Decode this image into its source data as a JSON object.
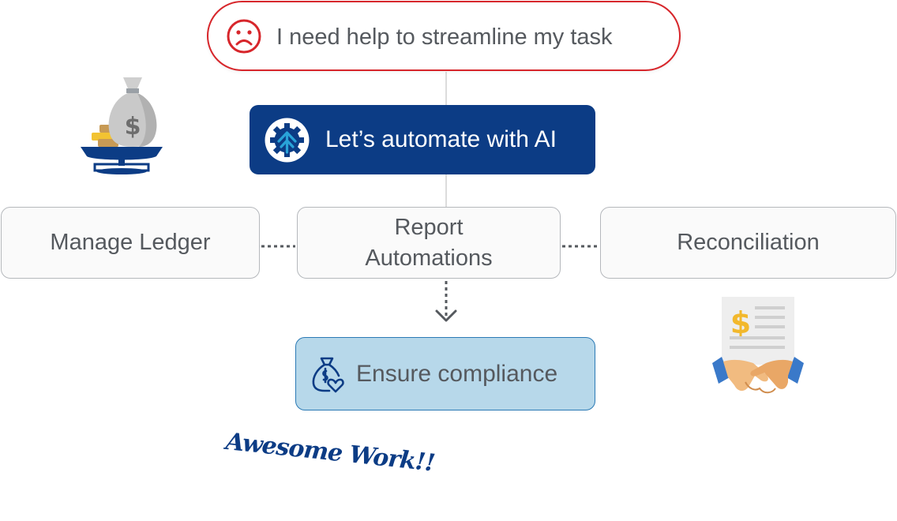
{
  "problem": {
    "text": "I need help to streamline my task",
    "icon": "sad-face-icon"
  },
  "automation": {
    "text": "Let’s automate with AI",
    "icon": "gear-ai-logo-icon"
  },
  "tasks": [
    {
      "id": "ledger",
      "label": "Manage Ledger"
    },
    {
      "id": "report",
      "label_line1": "Report",
      "label_line2": "Automations"
    },
    {
      "id": "recon",
      "label": "Reconciliation"
    }
  ],
  "compliance": {
    "text": "Ensure compliance",
    "icon": "money-bag-heart-icon"
  },
  "signature": {
    "text": "Awesome Work!!"
  },
  "illustrations": [
    "money-bag-scale-icon",
    "handshake-invoice-icon"
  ],
  "colors": {
    "problem_border": "#d7262b",
    "brand_blue": "#0c3c85",
    "compliance_fill": "#b7d8ea",
    "text_gray": "#55595e"
  }
}
